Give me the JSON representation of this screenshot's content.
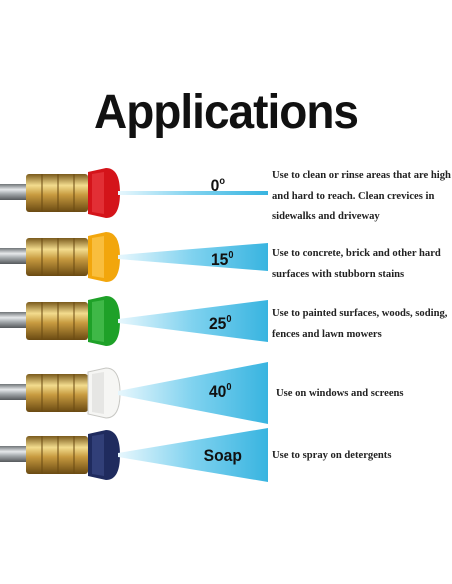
{
  "title": "Applications",
  "colors": {
    "nozzle_0": "#d4141a",
    "nozzle_15": "#f2a60c",
    "nozzle_25": "#1ea128",
    "nozzle_40": "#f6f6f4",
    "nozzle_soap": "#1f2b5e",
    "spray": "#4fc3e8",
    "brass": "#c9a24a",
    "steel": "#9aa0a4"
  },
  "rows": [
    {
      "icon": "red-nozzle-icon",
      "angle": "0",
      "degree": "o",
      "description": "Use to clean or rinse areas that are high and hard to reach. Clean crevices in sidewalks and driveway"
    },
    {
      "icon": "yellow-nozzle-icon",
      "angle": "15",
      "degree": "0",
      "description": "Use to concrete, brick and other hard surfaces with stubborn stains"
    },
    {
      "icon": "green-nozzle-icon",
      "angle": "25",
      "degree": "0",
      "description": "Use to painted surfaces, woods, soding, fences and lawn mowers"
    },
    {
      "icon": "white-nozzle-icon",
      "angle": "40",
      "degree": "0",
      "description": "Use on windows and screens"
    },
    {
      "icon": "soap-nozzle-icon",
      "angle": "Soap",
      "degree": "",
      "description": "Use to spray on detergents"
    }
  ]
}
